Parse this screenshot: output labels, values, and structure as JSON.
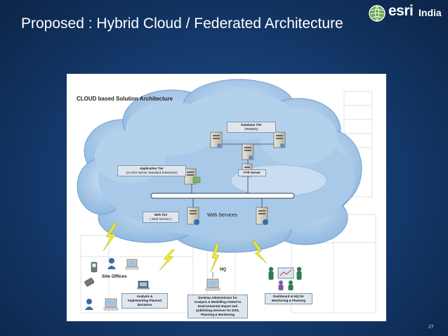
{
  "slide": {
    "title": "Proposed : Hybrid Cloud / Federated Architecture",
    "number": "27"
  },
  "brand": {
    "name": "esri",
    "suffix": "India",
    "logo_icon": "globe-icon"
  },
  "diagram": {
    "title": "CLOUD based Solution Architecture",
    "database_tier": {
      "title": "Database Tier",
      "subtitle": "(RDBMS)"
    },
    "application_tier": {
      "title": "Application Tier",
      "subtitle": "(ArcGIS Server Standard Enterprise)"
    },
    "ftp_server": "FTP Server",
    "web_tier": {
      "title": "Web Tier",
      "subtitle": "( Web Servers )"
    },
    "web_services": "Web Services",
    "site_offices": "Site Offices",
    "hq": "HQ",
    "analysis_caption": [
      "Analysis &",
      "Implementing Planned",
      "decisions"
    ],
    "desktop_caption": [
      "Desktop Administrator for",
      "Analysis & Modelling  related to",
      "Environmental Impact and",
      "publishing Services for DSS,",
      "Planning & Monitoring"
    ],
    "dashboard_caption": [
      "Dashboard at HQ for",
      "Monitoring & Planning"
    ],
    "colors": {
      "cloud": "#9ec3e6",
      "cloud_edge": "#6f9fcf",
      "bolt": "#ecec2c",
      "label_box": "#dfe6ee"
    }
  }
}
